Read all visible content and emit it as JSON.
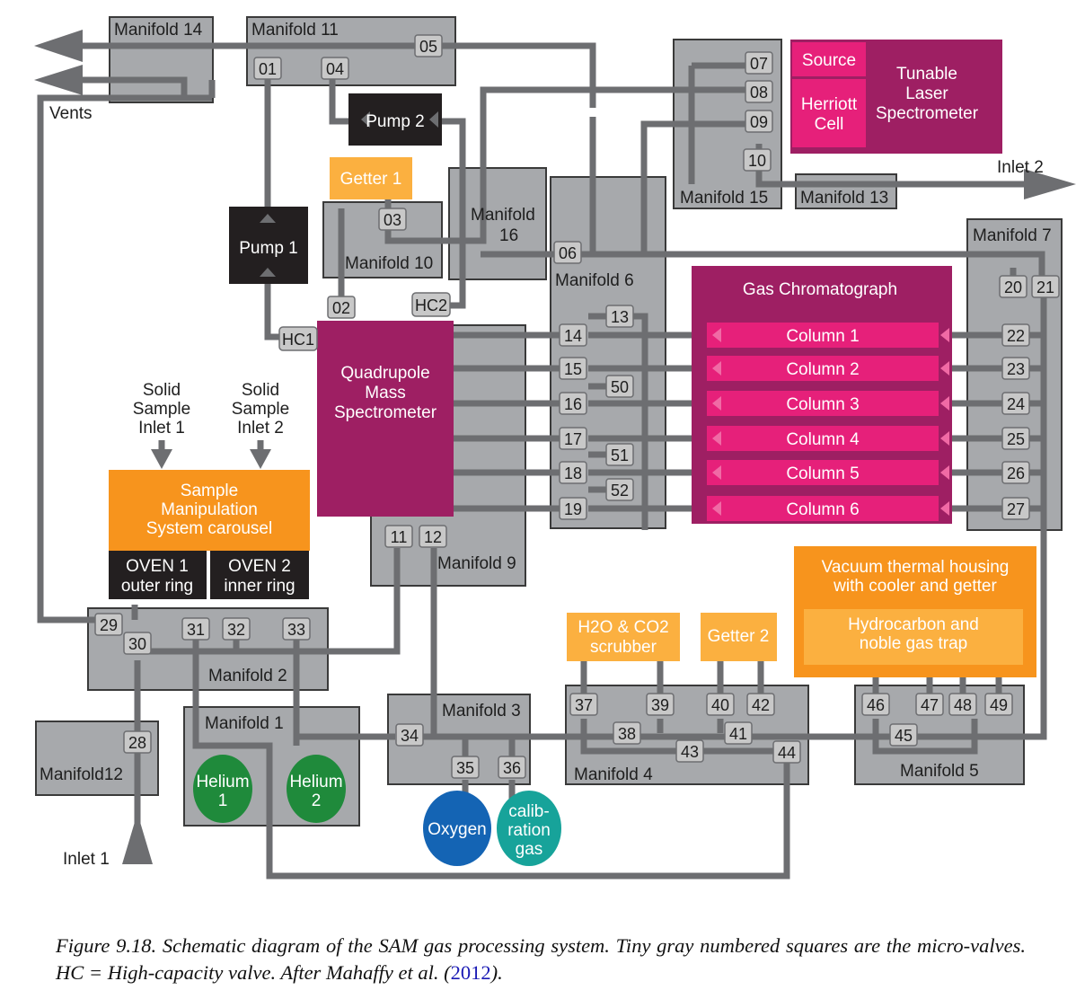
{
  "diagram": {
    "manifolds": {
      "m1": "Manifold 1",
      "m2": "Manifold 2",
      "m3": "Manifold 3",
      "m4": "Manifold 4",
      "m5": "Manifold 5",
      "m6": "Manifold 6",
      "m7": "Manifold 7",
      "m9": "Manifold 9",
      "m10": "Manifold 10",
      "m11": "Manifold 11",
      "m12": "Manifold12",
      "m13": "Manifold 13",
      "m14": "Manifold 14",
      "m15": "Manifold 15",
      "m16a": "Manifold",
      "m16b": "16"
    },
    "components": {
      "tls": [
        "Tunable",
        "Laser",
        "Spectrometer"
      ],
      "source": "Source",
      "herriott": [
        "Herriott",
        "Cell"
      ],
      "pump1": "Pump 1",
      "pump2": "Pump 2",
      "getter1": "Getter 1",
      "getter2": "Getter 2",
      "qms": [
        "Quadrupole",
        "Mass",
        "Spectrometer"
      ],
      "gc": "Gas Chromatograph",
      "columns": [
        "Column 1",
        "Column 2",
        "Column 3",
        "Column 4",
        "Column 5",
        "Column 6"
      ],
      "sms": [
        "Sample",
        "Manipulation",
        "System carousel"
      ],
      "oven1": [
        "OVEN 1",
        "outer ring"
      ],
      "oven2": [
        "OVEN 2",
        "inner ring"
      ],
      "ssi1": [
        "Solid",
        "Sample",
        "Inlet 1"
      ],
      "ssi2": [
        "Solid",
        "Sample",
        "Inlet 2"
      ],
      "scrubber": [
        "H2O & CO2",
        "scrubber"
      ],
      "vth": [
        "Vacuum thermal housing",
        "with cooler and getter"
      ],
      "trap": [
        "Hydrocarbon and",
        "noble gas trap"
      ],
      "helium1": [
        "Helium",
        "1"
      ],
      "helium2": [
        "Helium",
        "2"
      ],
      "oxygen": "Oxygen",
      "calgas": [
        "calib-",
        "ration",
        "gas"
      ],
      "vents": "Vents",
      "inlet1": "Inlet 1",
      "inlet2": "Inlet 2",
      "hc1": "HC1",
      "hc2": "HC2"
    },
    "valves": {
      "v01": "01",
      "v02": "02",
      "v03": "03",
      "v04": "04",
      "v05": "05",
      "v06": "06",
      "v07": "07",
      "v08": "08",
      "v09": "09",
      "v10": "10",
      "v11": "11",
      "v12": "12",
      "v13": "13",
      "v14": "14",
      "v15": "15",
      "v16": "16",
      "v17": "17",
      "v18": "18",
      "v19": "19",
      "v20": "20",
      "v21": "21",
      "v22": "22",
      "v23": "23",
      "v24": "24",
      "v25": "25",
      "v26": "26",
      "v27": "27",
      "v28": "28",
      "v29": "29",
      "v30": "30",
      "v31": "31",
      "v32": "32",
      "v33": "33",
      "v34": "34",
      "v35": "35",
      "v36": "36",
      "v37": "37",
      "v38": "38",
      "v39": "39",
      "v40": "40",
      "v41": "41",
      "v42": "42",
      "v43": "43",
      "v44": "44",
      "v45": "45",
      "v46": "46",
      "v47": "47",
      "v48": "48",
      "v49": "49",
      "v50": "50",
      "v51": "51",
      "v52": "52"
    },
    "colors": {
      "manifold": "#a7a9ac",
      "pipe": "#6d6e71",
      "magenta": "#9e1f63",
      "pink": "#e6207a",
      "orange": "#f7941d",
      "light_orange": "#fbb040",
      "pump": "#231f20",
      "helium": "#1f8a3b",
      "oxygen": "#1464b4",
      "calgas": "#17a39a"
    }
  },
  "caption": {
    "text": "Figure 9.18. Schematic diagram of the SAM gas processing system. Tiny gray numbered squares are the micro-valves. HC = High-capacity valve. After Mahaffy et al. (",
    "ref": "2012",
    "tail": ")."
  }
}
